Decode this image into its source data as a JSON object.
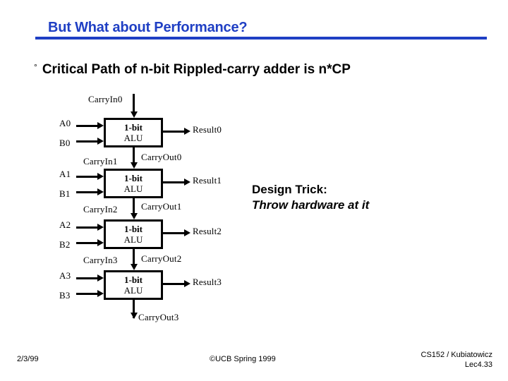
{
  "slide": {
    "title": "But What about Performance?",
    "accent_color": "#1f3fc4",
    "bullet_mark": "°",
    "bullet_text": "Critical Path of n-bit Rippled-carry adder is n*CP"
  },
  "diagram": {
    "top_carry_label": "CarryIn0",
    "bottom_carry_label": "CarryOut3",
    "stages": [
      {
        "a_label": "A0",
        "b_label": "B0",
        "box_line1": "1-bit",
        "box_line2": "ALU",
        "result_label": "Result0",
        "carry_out_label": "CarryOut0",
        "carry_in_next_label": "CarryIn1"
      },
      {
        "a_label": "A1",
        "b_label": "B1",
        "box_line1": "1-bit",
        "box_line2": "ALU",
        "result_label": "Result1",
        "carry_out_label": "CarryOut1",
        "carry_in_next_label": "CarryIn2"
      },
      {
        "a_label": "A2",
        "b_label": "B2",
        "box_line1": "1-bit",
        "box_line2": "ALU",
        "result_label": "Result2",
        "carry_out_label": "CarryOut2",
        "carry_in_next_label": "CarryIn3"
      },
      {
        "a_label": "A3",
        "b_label": "B3",
        "box_line1": "1-bit",
        "box_line2": "ALU",
        "result_label": "Result3",
        "carry_out_label": "",
        "carry_in_next_label": ""
      }
    ]
  },
  "design_trick": {
    "line1": "Design Trick:",
    "line2": "Throw hardware at it"
  },
  "footer": {
    "date": "2/3/99",
    "center": "©UCB Spring 1999",
    "course": "CS152 / Kubiatowicz",
    "lecture": "Lec4.33"
  }
}
